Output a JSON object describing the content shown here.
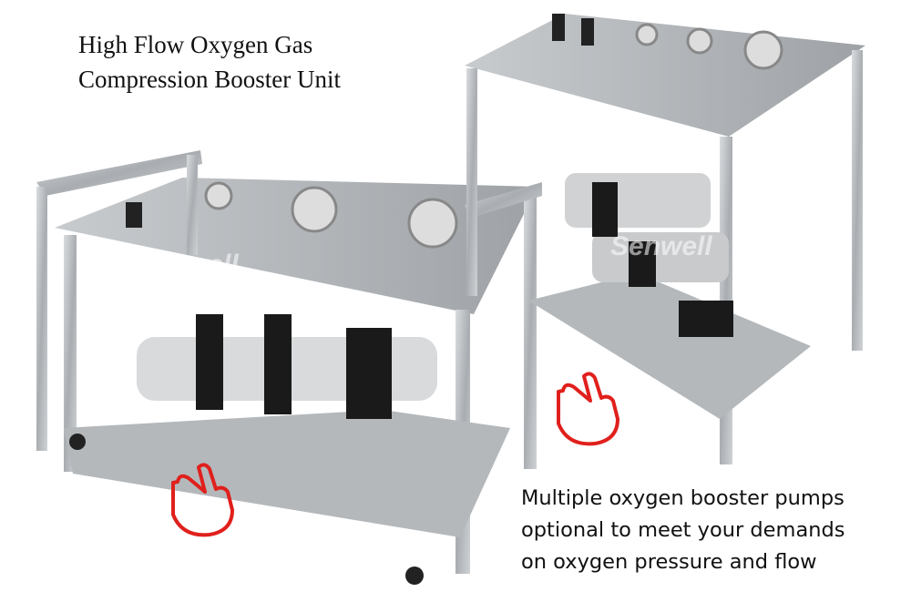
{
  "title": {
    "line1": "High Flow Oxygen Gas",
    "line2": "Compression Booster Unit"
  },
  "caption": {
    "line1": "Multiple oxygen booster pumps",
    "line2": "optional to meet your demands",
    "line3": "on oxygen pressure and flow"
  },
  "watermark": "Senwell",
  "colors": {
    "steel": "#b9bcbf",
    "hand_icon": "#e0201c"
  }
}
